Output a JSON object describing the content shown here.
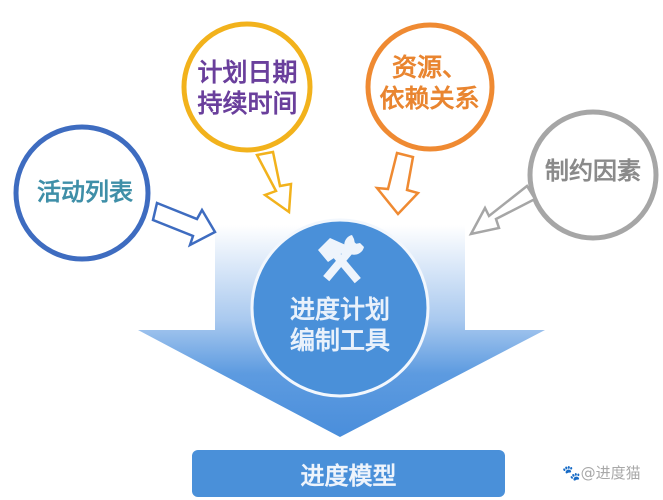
{
  "diagram": {
    "inputs": [
      {
        "id": "activity",
        "label": "活动列表",
        "color": "#3e6cc0"
      },
      {
        "id": "date",
        "label_line1": "计划日期",
        "label_line2": "持续时间",
        "color": "#f2b21c"
      },
      {
        "id": "resource",
        "label_line1": "资源、",
        "label_line2": "依赖关系",
        "color": "#ef8a32"
      },
      {
        "id": "constraint",
        "label": "制约因素",
        "color": "#a6a6a6"
      }
    ],
    "center": {
      "label_line1": "进度计划",
      "label_line2": "编制工具",
      "icon": "hammer-wrench-icon",
      "color": "#4a90d9"
    },
    "output": {
      "label": "进度模型",
      "color": "#4a90d9"
    },
    "watermark": "🐾@进度猫"
  }
}
